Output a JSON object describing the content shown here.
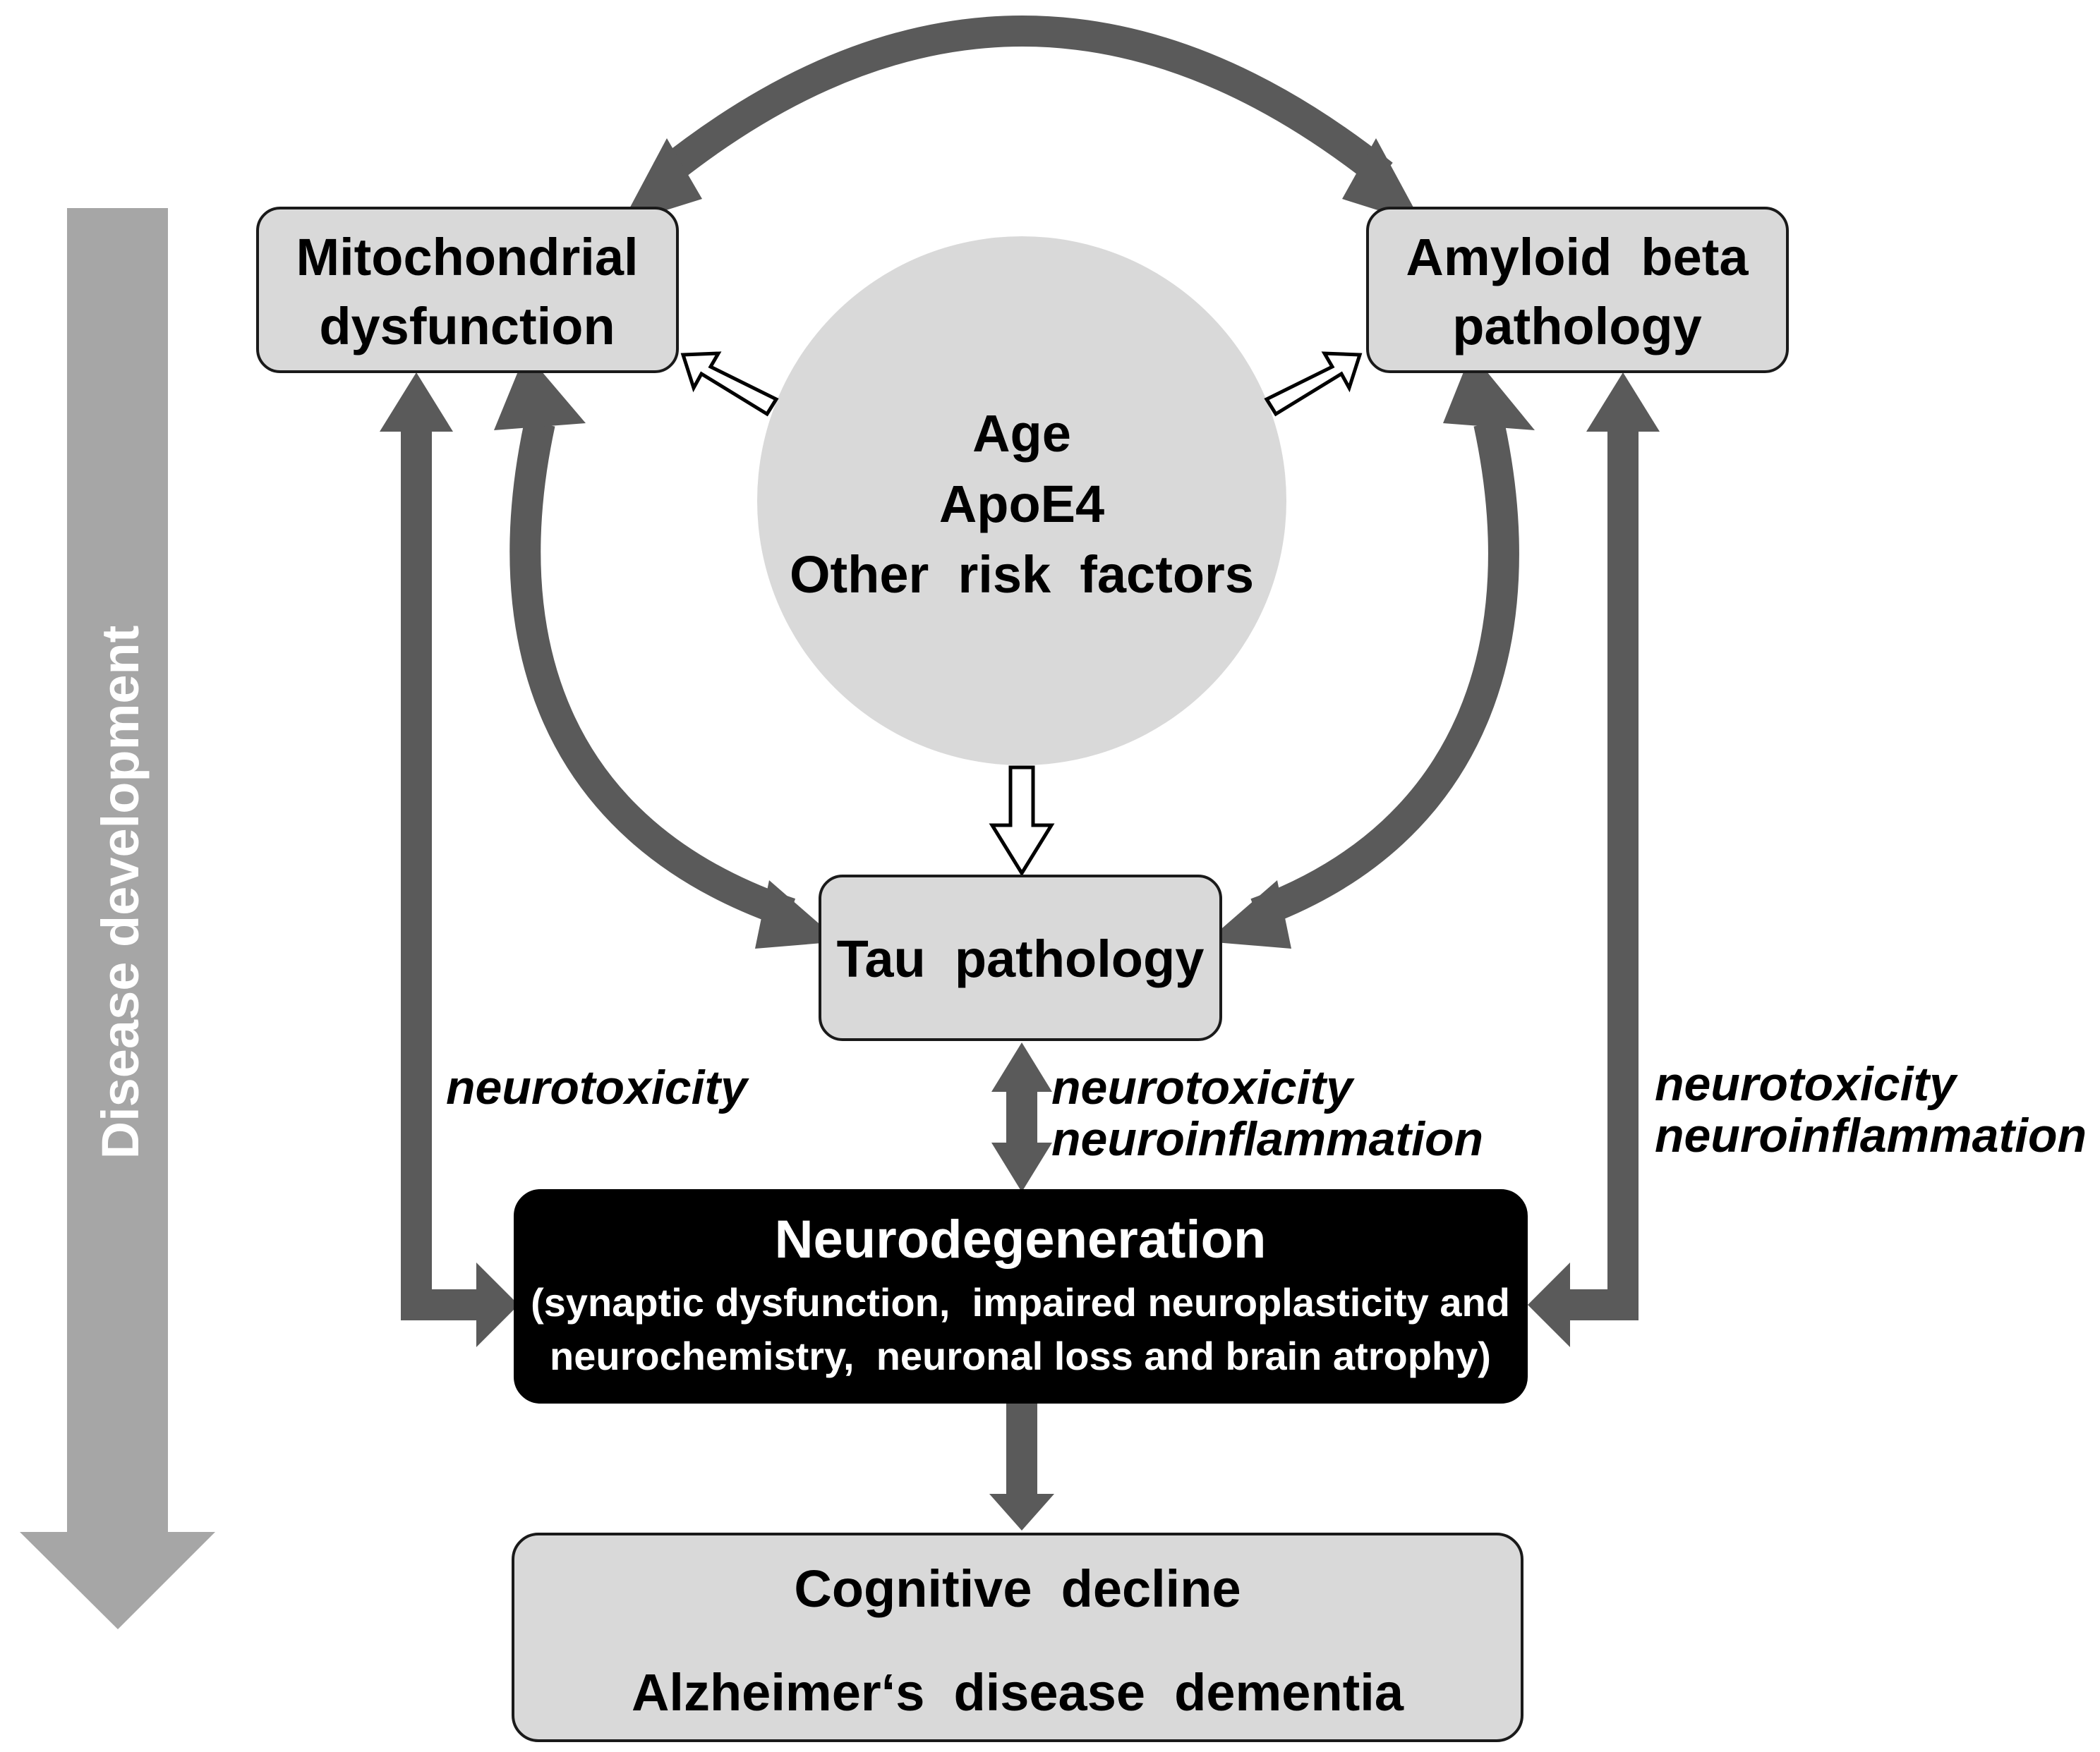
{
  "side_label": "Disease development",
  "nodes": {
    "mito": {
      "line1": "Mitochondrial",
      "line2": "dysfunction"
    },
    "amyloid": {
      "line1": "Amyloid  beta",
      "line2": "pathology"
    },
    "risk": {
      "line1": "Age",
      "line2": "ApoE4",
      "line3": "Other  risk  factors"
    },
    "tau": {
      "label": "Tau  pathology"
    },
    "neuro": {
      "title": "Neurodegeneration",
      "line1": "(synaptic dysfunction,  impaired neuroplasticity and",
      "line2": "neurochemistry,  neuronal loss and brain atrophy)"
    },
    "cognitive": {
      "line1": "Cognitive  decline",
      "line2": "Alzheimer‘s  disease  dementia"
    }
  },
  "edge_labels": {
    "left": "neurotoxicity",
    "center_line1": "neurotoxicity",
    "center_line2": "neuroinflammation",
    "right_line1": "neurotoxicity",
    "right_line2": "neuroinflammation"
  },
  "colors": {
    "box_fill": "#d9d9d9",
    "circle_fill": "#d9d9d9",
    "arrow": "#5a5a5a",
    "side_arrow": "#a6a6a6",
    "neuro_fill": "#000000"
  }
}
